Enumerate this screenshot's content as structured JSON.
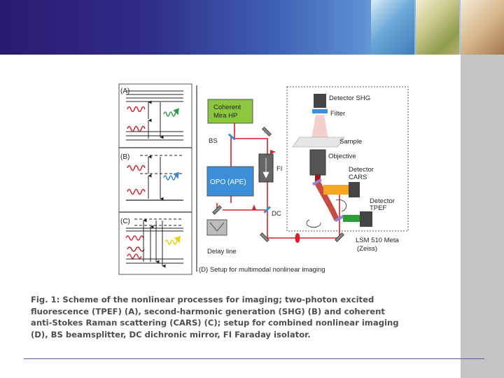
{
  "panels": {
    "a_label": "(A)",
    "b_label": "(B)",
    "c_label": "(C)"
  },
  "setup": {
    "laser_line1": "Coherent",
    "laser_line2": "Mira HP",
    "opo_label": "OPO (APE)",
    "bs_label": "BS",
    "fi_label": "FI",
    "dc_label": "DC",
    "delay_label": "Delay line",
    "title": "(D) Setup for multimodal nonlinear imaging",
    "detector_shg": "Detector SHG",
    "filter": "Filter",
    "sample": "Sample",
    "objective": "Objective",
    "detector_cars_line1": "Detector",
    "detector_cars_line2": "CARS",
    "detector_tpef_line1": "Detector",
    "detector_tpef_line2": "TPEF",
    "microscope_line1": "LSM 510 Meta",
    "microscope_line2": "(Zeiss)"
  },
  "colors": {
    "laser_green": "#8cc63e",
    "opo_blue": "#3a8fd8",
    "beam_red": "#d8202a",
    "detector_dark": "#444444",
    "cars_orange": "#f5a623",
    "tpef_green": "#2e9e3a",
    "wave_red": "#d9252c",
    "wave_green": "#2e9e4e",
    "wave_blue": "#3a86c8",
    "wave_yellow": "#e6d21a"
  },
  "caption": {
    "line1": "Fig. 1: Scheme of the nonlinear processes for imaging; two-photon excited",
    "line2": "fluorescence (TPEF) (A), second-harmonic generation (SHG) (B) and coherent",
    "line3": "anti-Stokes Raman scattering (CARS) (C); setup for combined nonlinear imaging",
    "line4": "(D), BS beamsplitter, DC dichronic mirror, FI Faraday isolator."
  }
}
